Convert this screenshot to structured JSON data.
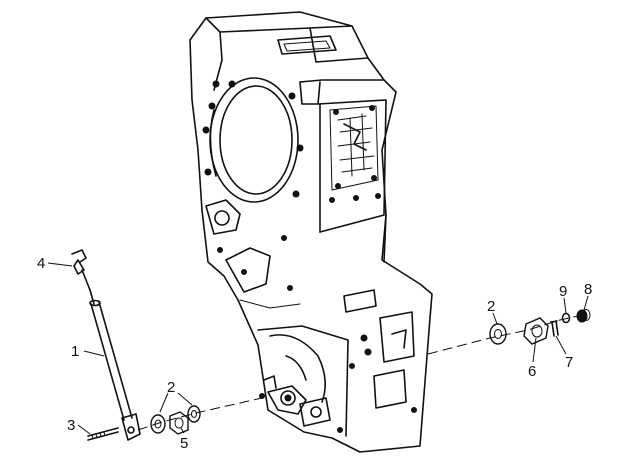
{
  "callouts": {
    "c1": "1",
    "c2a": "2",
    "c2b": "2",
    "c3": "3",
    "c4": "4",
    "c5": "5",
    "c6": "6",
    "c7": "7",
    "c8": "8",
    "c9": "9"
  },
  "colors": {
    "ink": "#111111",
    "paper": "#ffffff"
  }
}
